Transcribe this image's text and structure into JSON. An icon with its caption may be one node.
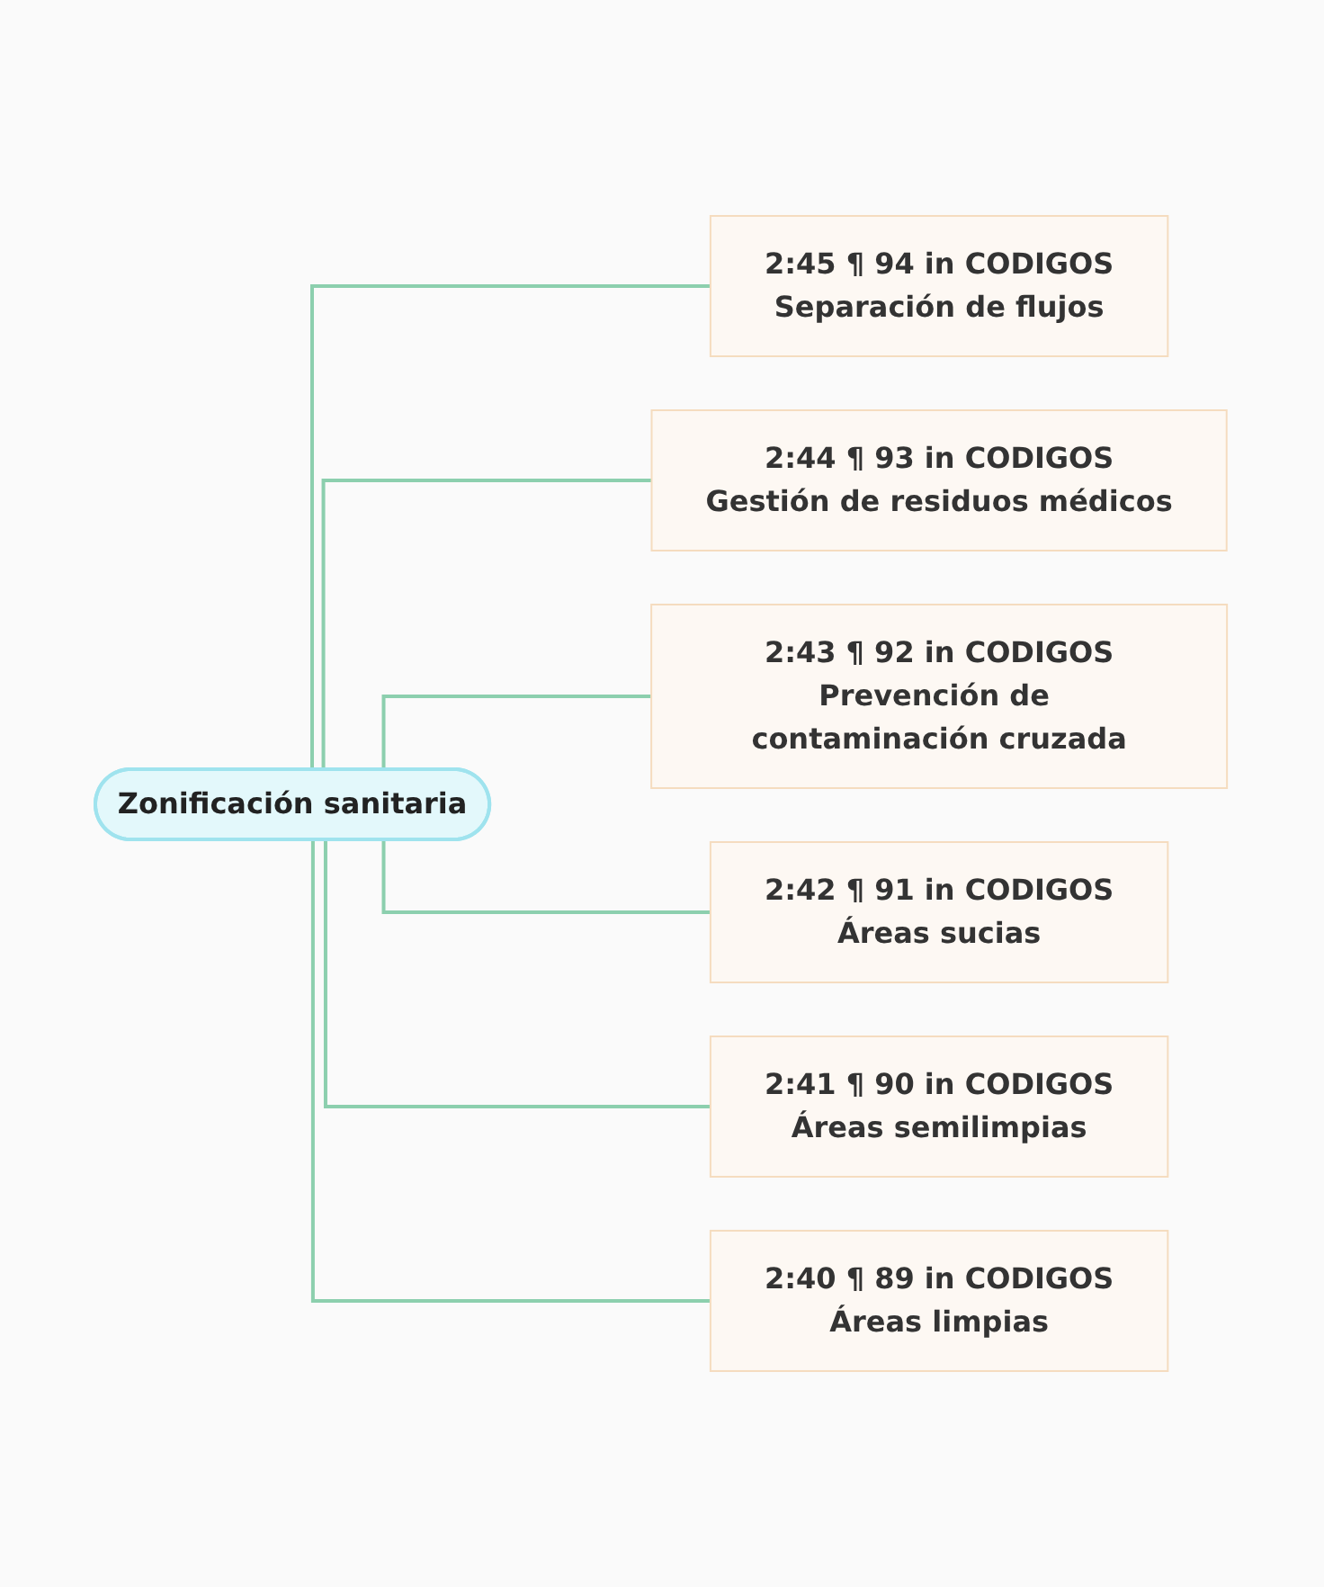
{
  "diagram": {
    "nodes": [
      {
        "text": [
          "Zonificación sanitaria"
        ]
      },
      {
        "text": [
          "2:45 ¶ 94 in CODIGOS",
          "Separación de flujos"
        ]
      },
      {
        "text": [
          "2:44 ¶ 93 in CODIGOS",
          "Gestión de residuos médicos"
        ]
      },
      {
        "text": [
          "2:43 ¶ 92 in CODIGOS",
          "Prevención de contaminación cruzada"
        ]
      },
      {
        "text": [
          "2:42 ¶ 91 in CODIGOS",
          "Áreas sucias"
        ]
      },
      {
        "text": [
          "2:41 ¶ 90 in CODIGOS",
          "Áreas semilimpias"
        ]
      },
      {
        "text": [
          "2:40 ¶ 89 in CODIGOS",
          "Áreas limpias"
        ]
      }
    ],
    "edges": [
      {
        "from": 0,
        "to": 1,
        "arrow": "none"
      },
      {
        "from": 0,
        "to": 2,
        "arrow": "none"
      },
      {
        "from": 0,
        "to": 3,
        "arrow": "none"
      },
      {
        "from": 0,
        "to": 4,
        "arrow": "none"
      },
      {
        "from": 0,
        "to": 5,
        "arrow": "none"
      },
      {
        "from": 0,
        "to": 6,
        "arrow": "none"
      }
    ]
  }
}
